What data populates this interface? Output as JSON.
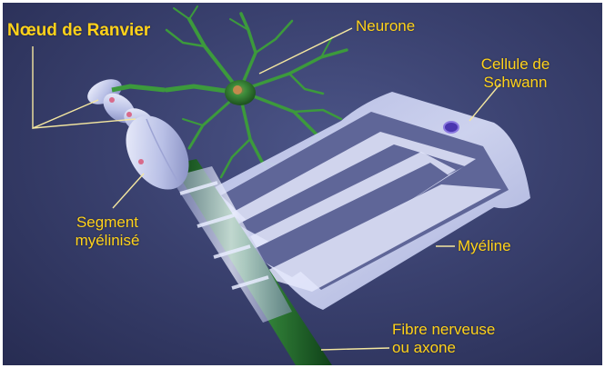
{
  "labels": {
    "noeud": "Nœud de Ranvier",
    "neurone": "Neurone",
    "schwann_1": "Cellule de",
    "schwann_2": "Schwann",
    "segment_1": "Segment",
    "segment_2": "myélinisé",
    "myeline": "Myéline",
    "fibre_1": "Fibre nerveuse",
    "fibre_2": "ou axone"
  },
  "colors": {
    "background": "#3a416f",
    "label": "#ffd21a",
    "leader_line": "#f4e7a0",
    "axon": "#1f6d2a",
    "neuron": "#3c9a3c",
    "myelin_sheet": "#c9d0f0",
    "myelin_band": "#5f6698",
    "schwann_nucleus": "#4a35b0"
  }
}
